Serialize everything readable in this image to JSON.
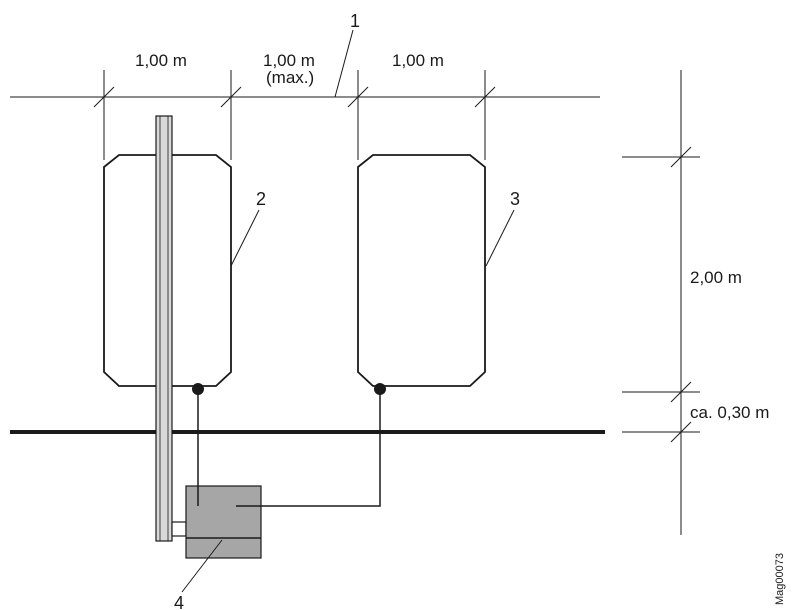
{
  "dimensions": {
    "width_left": "1,00 m",
    "gap": "1,00 m",
    "gap_qualifier": "(max.)",
    "width_right": "1,00 m",
    "height": "2,00 m",
    "offset_bottom": "ca. 0,30 m"
  },
  "callouts": {
    "c1": "1",
    "c2": "2",
    "c3": "3",
    "c4": "4"
  },
  "reference_code": "Mag00073",
  "colors": {
    "line": "#1a1a1a",
    "box_fill": "#a6a6a6",
    "pole_fill": "#d9d9d9"
  }
}
